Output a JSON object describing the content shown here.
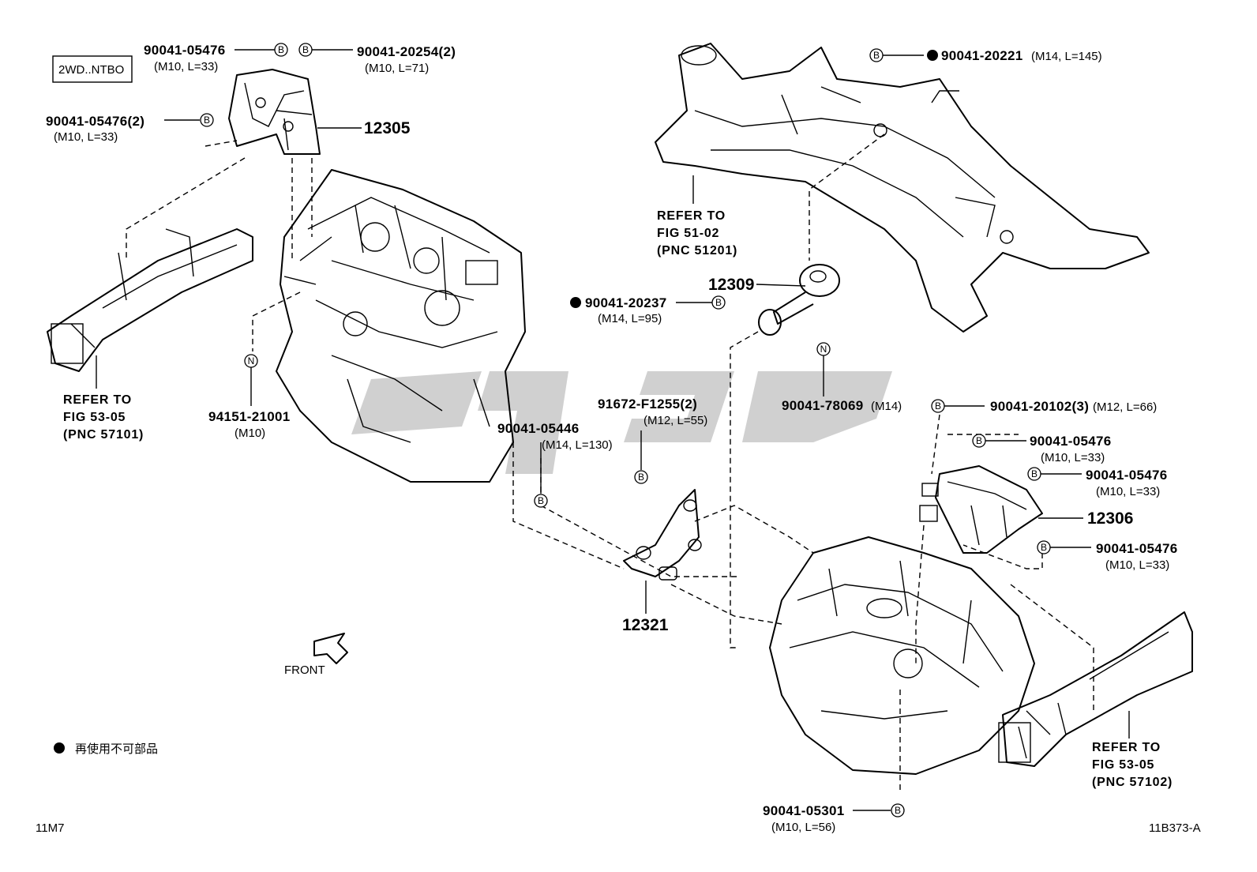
{
  "diagram": {
    "variant_box": "2WD..NTBO",
    "figure_code_left": "11M7",
    "figure_code_right": "11B373-A",
    "legend_text": "再使用不可部品",
    "front_label": "FRONT",
    "bolt_marker": "B",
    "nut_marker": "N",
    "callouts": {
      "c1": {
        "pn": "90041-05476",
        "spec": "(M10, L=33)"
      },
      "c2": {
        "pn": "90041-20254(2)",
        "spec": "(M10, L=71)"
      },
      "c3": {
        "pn": "90041-05476(2)",
        "spec": "(M10, L=33)"
      },
      "c4": {
        "pn": "12305"
      },
      "c5": {
        "pn": "90041-20221",
        "spec": "(M14, L=145)"
      },
      "c6": {
        "line1": "REFER TO",
        "line2": "FIG 51-02",
        "line3": "(PNC 51201)"
      },
      "c7": {
        "pn": "12309"
      },
      "c8": {
        "pn": "90041-20237",
        "spec": "(M14, L=95)"
      },
      "c9": {
        "line1": "REFER TO",
        "line2": "FIG 53-05",
        "line3": "(PNC 57101)"
      },
      "c10": {
        "pn": "94151-21001",
        "spec": "(M10)"
      },
      "c11": {
        "pn": "91672-F1255(2)",
        "spec": "(M12, L=55)"
      },
      "c12": {
        "pn": "90041-05446",
        "spec": "(M14, L=130)"
      },
      "c13": {
        "pn": "90041-78069",
        "spec": "(M14)"
      },
      "c14": {
        "pn": "90041-20102(3)",
        "spec": "(M12, L=66)"
      },
      "c15": {
        "pn": "90041-05476",
        "spec": "(M10, L=33)"
      },
      "c16": {
        "pn": "90041-05476",
        "spec": "(M10, L=33)"
      },
      "c17": {
        "pn": "12306"
      },
      "c18": {
        "pn": "90041-05476",
        "spec": "(M10, L=33)"
      },
      "c19": {
        "pn": "12321"
      },
      "c20": {
        "pn": "90041-05301",
        "spec": "(M10, L=56)"
      },
      "c21": {
        "line1": "REFER TO",
        "line2": "FIG 53-05",
        "line3": "(PNC 57102)"
      }
    }
  }
}
